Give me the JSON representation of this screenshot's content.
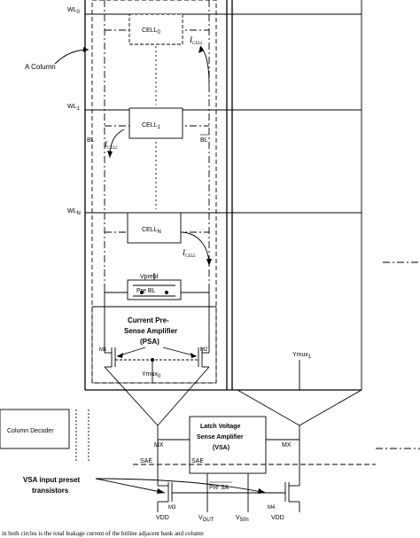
{
  "wordlines": [
    "WL",
    "WL",
    "WL"
  ],
  "wordline_subs": [
    "0",
    "1",
    "N"
  ],
  "cells": [
    {
      "label": "CELL",
      "sub": "0"
    },
    {
      "label": "CELL",
      "sub": "1"
    },
    {
      "label": "CELL",
      "sub": "N"
    }
  ],
  "column_label": "A Column",
  "bitlines": {
    "bl": "BL",
    "blb": "BL"
  },
  "currents": [
    "I",
    "I",
    "I"
  ],
  "current_subs": [
    "CELL",
    "CELL",
    "CELL"
  ],
  "psa": {
    "vpre": "Vpreb",
    "vpre_suffix": "l",
    "pre_bl": "Pre BL",
    "title_lines": [
      "Current Pre-",
      "Sense Amplifier",
      "(PSA)"
    ]
  },
  "transistors": {
    "m1": "M1",
    "m2": "M2",
    "m3": "M3",
    "m4": "M4"
  },
  "ymux": [
    {
      "label": "Ymux",
      "sub": "0"
    },
    {
      "label": "Ymux",
      "sub": "1"
    }
  ],
  "column_decoder": "Column Decoder",
  "vsa": {
    "title_lines": [
      "Latch Voltage",
      "Sense Amplifier",
      "(VSA)"
    ]
  },
  "mx": {
    "left": "MX",
    "right": "MX"
  },
  "sae": {
    "left": "SAE",
    "right": "SAE"
  },
  "vsa_preset_label_lines": [
    "VSA input preset",
    "transistors"
  ],
  "pre_sa": "Pre SA",
  "vdd": [
    "VDD",
    "VDD"
  ],
  "outputs": [
    {
      "label": "V",
      "sub": "OUT"
    },
    {
      "label": "V",
      "sub": "50h"
    }
  ],
  "caption": "in both circles is the total leakage current of the bitline adjacent bank and column",
  "colors": {
    "line": "#000000",
    "background": "#ffffff"
  }
}
